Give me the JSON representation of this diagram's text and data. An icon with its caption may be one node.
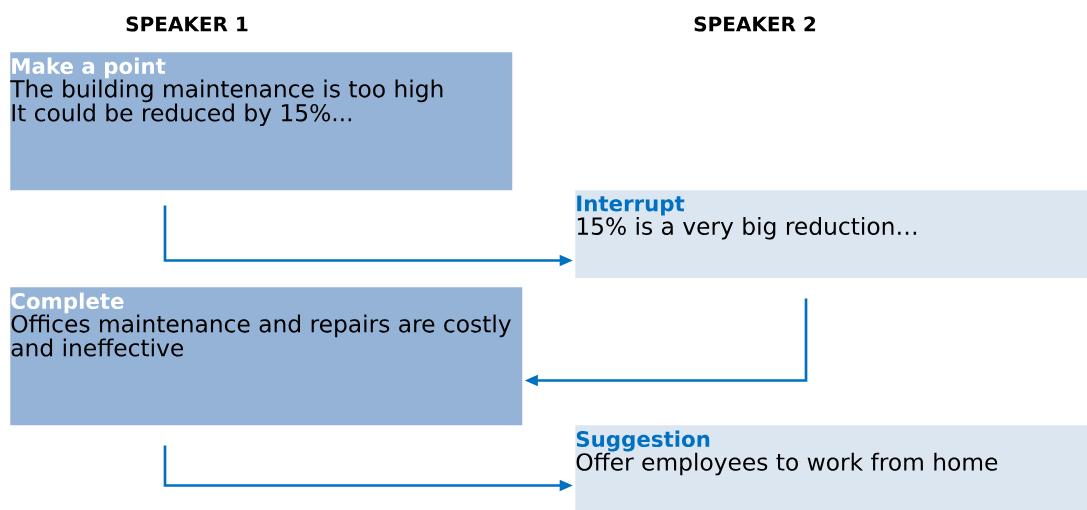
{
  "diagram": {
    "nodes": [
      {
        "text": [
          "Make a point",
          "The building maintenance is too high",
          "It could be reduced by 15%..."
        ]
      },
      {
        "text": [
          "Interrupt",
          "15% is a very big reduction…"
        ]
      },
      {
        "text": [
          "Complete",
          "Offices maintenance and repairs are costly and ineffective"
        ]
      },
      {
        "text": [
          "Suggestion",
          "Offer employees to work from home"
        ]
      }
    ],
    "edges": [
      {
        "from": 0,
        "to": 1,
        "arrow": "to"
      },
      {
        "from": 1,
        "to": 2,
        "arrow": "to"
      },
      {
        "from": 2,
        "to": 3,
        "arrow": "to"
      }
    ],
    "labels": [
      "SPEAKER 1",
      "SPEAKER 2"
    ]
  }
}
